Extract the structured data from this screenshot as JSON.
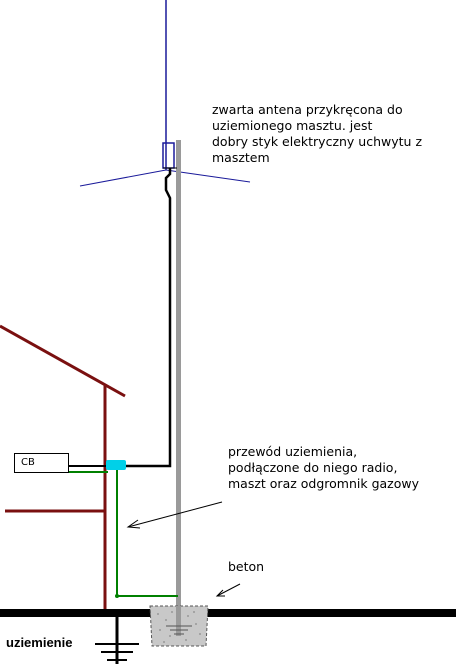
{
  "notes": {
    "antenna": "zwarta antena przykręcona do\nuziemionego masztu. jest\ndobry styk elektryczny uchwytu z\nmasztem",
    "ground_wire": "przewód uziemienia,\npodłączone do niego radio,\nmaszt oraz odgromnik gazowy",
    "concrete": "beton",
    "ground": "uziemienie"
  },
  "radio": {
    "label": "CB"
  },
  "colors": {
    "antenna": "#1a1a9a",
    "mast": "#9a9a9a",
    "roof": "#7a1010",
    "ground_wire": "#008000",
    "arrester": "#00d0e8",
    "cable": "#000000",
    "concrete": "#c8c8c8"
  }
}
